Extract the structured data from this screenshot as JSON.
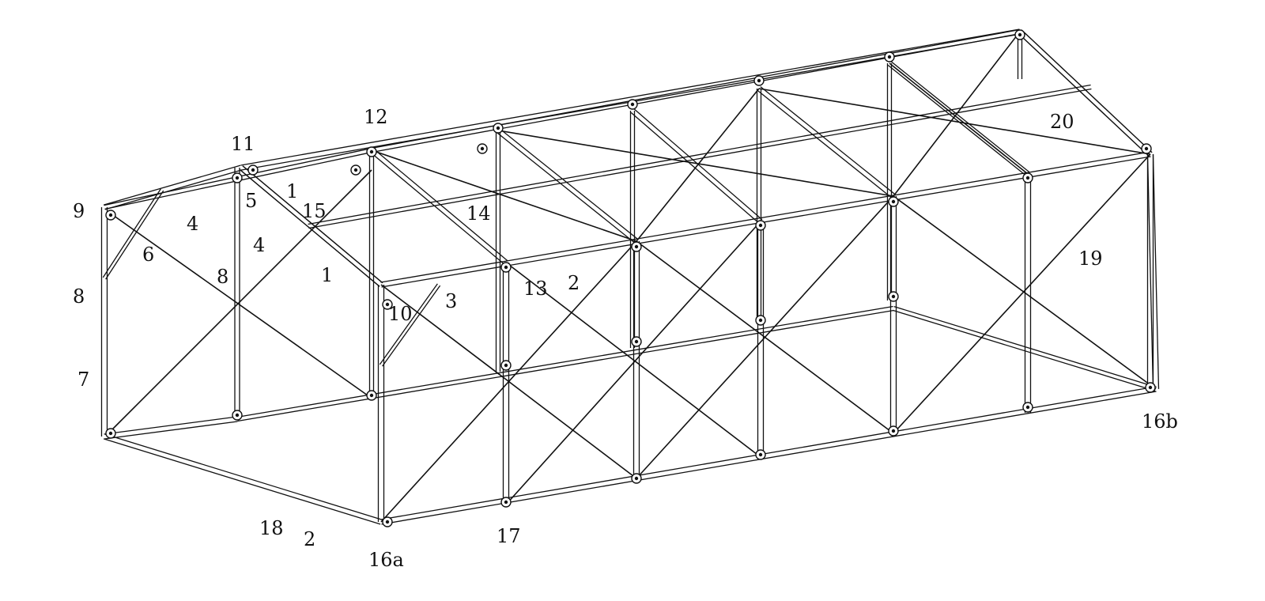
{
  "diagram": {
    "labels": {
      "l1a": "1",
      "l1b": "1",
      "l2a": "2",
      "l2b": "2",
      "l3": "3",
      "l4a": "4",
      "l4b": "4",
      "l5": "5",
      "l6": "6",
      "l7": "7",
      "l8a": "8",
      "l8b": "8",
      "l9": "9",
      "l10": "10",
      "l11": "11",
      "l12": "12",
      "l13": "13",
      "l14": "14",
      "l15": "15",
      "l16a": "16a",
      "l16b": "16b",
      "l17": "17",
      "l18": "18",
      "l19": "19",
      "l20": "20"
    }
  }
}
